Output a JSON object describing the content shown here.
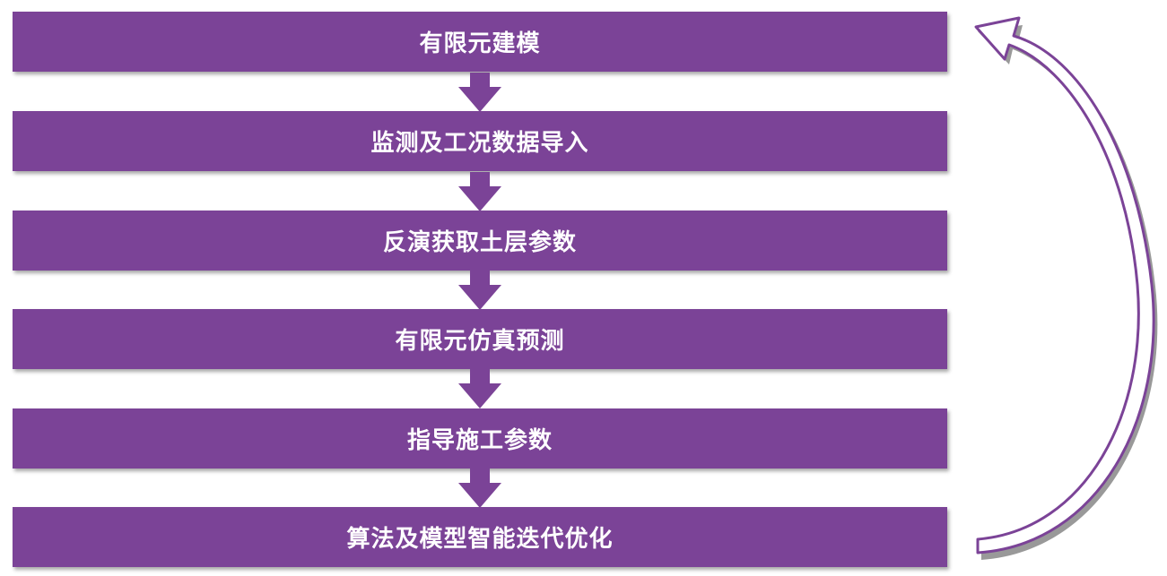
{
  "colors": {
    "box_fill": "#7b4397",
    "arrow_fill": "#7b4397",
    "text": "#ffffff",
    "loop_outline": "#7b4397",
    "loop_fill": "#ffffff",
    "loop_shadow": "#999999"
  },
  "steps": [
    {
      "label": "有限元建模"
    },
    {
      "label": "监测及工况数据导入"
    },
    {
      "label": "反演获取土层参数"
    },
    {
      "label": "有限元仿真预测"
    },
    {
      "label": "指导施工参数"
    },
    {
      "label": "算法及模型智能迭代优化"
    }
  ],
  "icons": {
    "step_connector": "down-arrow-icon",
    "feedback": "curved-feedback-arrow-icon"
  }
}
